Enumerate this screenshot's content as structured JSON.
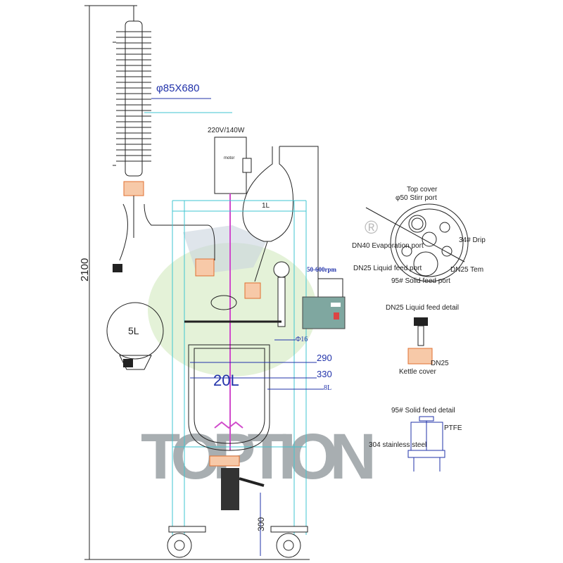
{
  "main": {
    "overall_height": "2100",
    "condenser_size": "φ85X680",
    "motor_power": "220V/140W",
    "motor_label": "motor",
    "funnel_volume": "1L",
    "flask_volume": "5L",
    "reactor_volume": "20L",
    "speed_range": "50-600rpm",
    "dim_phi16": "Φ16",
    "dim_290": "290",
    "dim_330": "330",
    "dim_8l": "8L",
    "ground_clearance": "300",
    "watermark": "TOPTION"
  },
  "top_cover": {
    "title": "Top cover",
    "stir_port": "φ50 Stirr port",
    "drip_port": "34# Drip",
    "evaporation_port": "DN40 Evaporation port",
    "liquid_feed_port": "DN25 Liquid feed port",
    "temp_port": "DN25 Tem",
    "solid_feed_port": "95# Solid feed port"
  },
  "liquid_detail": {
    "title": "DN25 Liquid feed detail",
    "dn_label": "DN25",
    "cover_label": "Kettle cover"
  },
  "solid_detail": {
    "title": "95# Solid feed detail",
    "material_left": "304 stainless steel",
    "material_right": "PTFE"
  },
  "colors": {
    "line": "#222222",
    "frame": "#3fc6d0",
    "blue": "#2233aa",
    "orange": "#e07030",
    "watermark": "#9aa0a4"
  }
}
